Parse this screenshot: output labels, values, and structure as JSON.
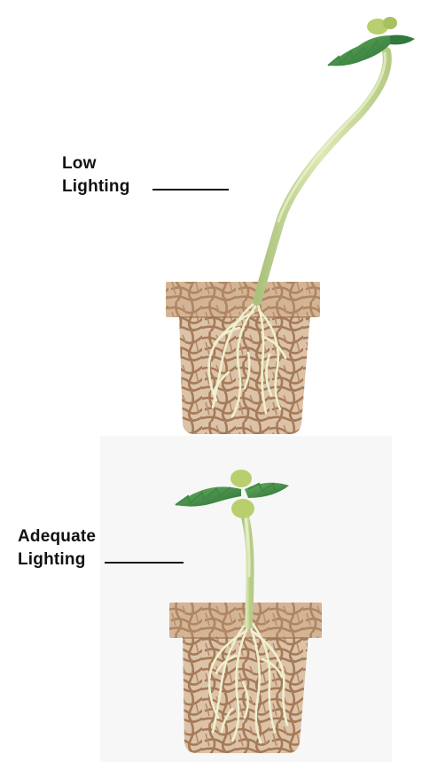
{
  "diagram": {
    "labels": {
      "low_lighting_line1": "Low",
      "low_lighting_line2": "Lighting",
      "adequate_lighting_line1": "Adequate",
      "adequate_lighting_line2": "Lighting"
    },
    "colors": {
      "pot_fill": "#d4b699",
      "pot_rim": "#c9a47f",
      "pot_cracks": "#a07555",
      "stem": "#c8d9a0",
      "leaf_dark": "#2f7a3c",
      "leaf_light": "#5fa85a",
      "cotyledon": "#b9cf6e",
      "roots": "#eef0cf",
      "panel_bg": "#f7f7f7"
    }
  }
}
